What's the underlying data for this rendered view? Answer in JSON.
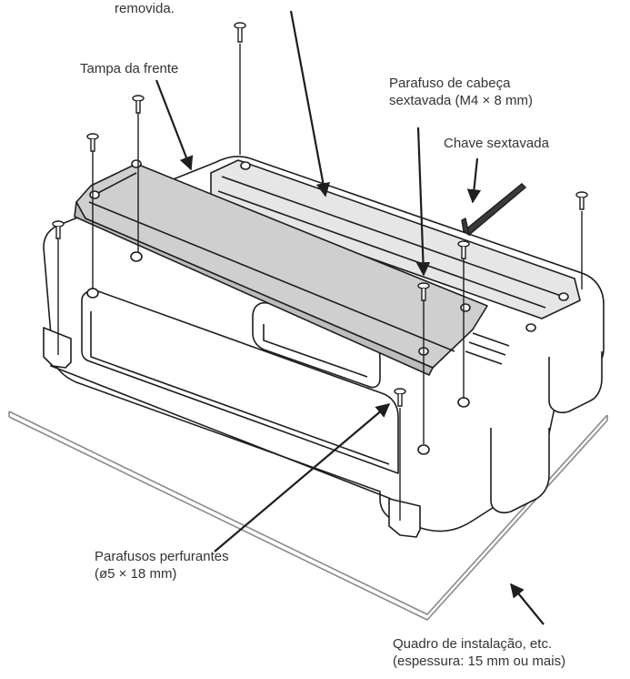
{
  "labels": {
    "removed": "removida.",
    "front_cover": "Tampa da frente",
    "hex_bolt_line1": "Parafuso de cabeça",
    "hex_bolt_line2": "sextavada (M4 × 8 mm)",
    "hex_key": "Chave sextavada",
    "tapping_screws_line1": "Parafusos perfurantes",
    "tapping_screws_line2": "(ø5 × 18 mm)",
    "mount_board_line1": "Quadro de instalação, etc.",
    "mount_board_line2": "(espessura: 15 mm ou mais)"
  },
  "colors": {
    "line": "#1e1e1e",
    "cover_fill": "#cfcfcf",
    "rear_fill": "#e6e6e6",
    "board_edge": "#9a9a9a"
  }
}
